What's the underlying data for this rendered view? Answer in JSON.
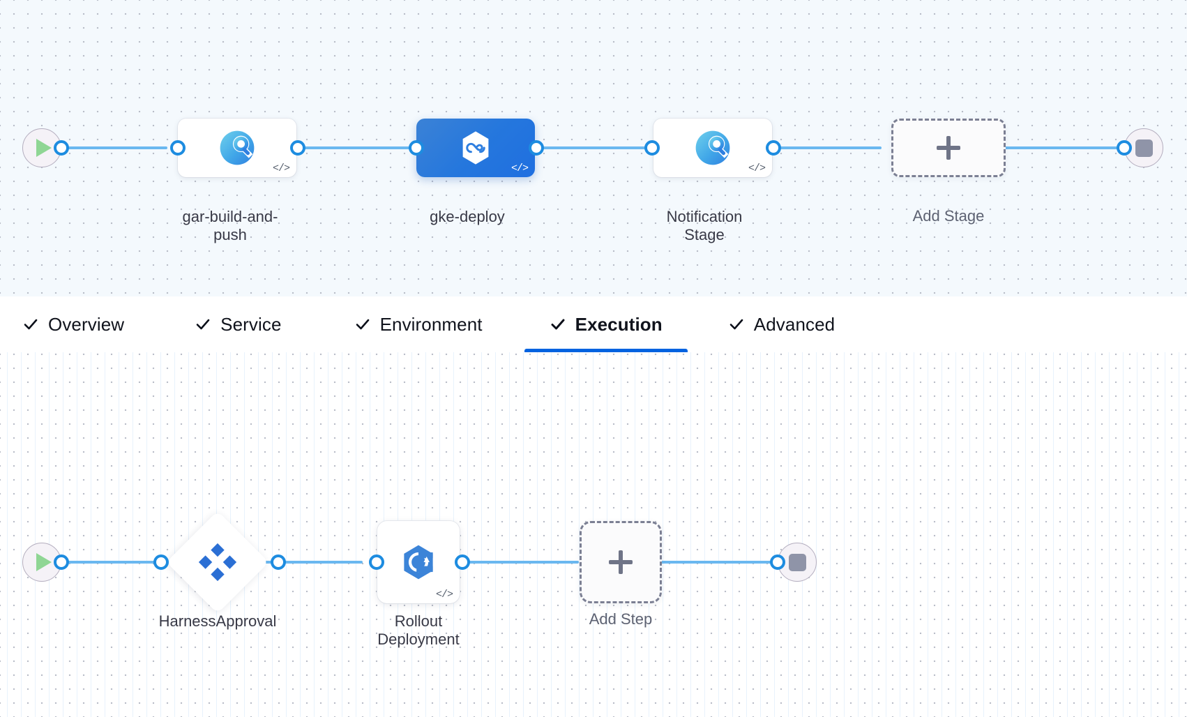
{
  "stages_canvas": {
    "start_node": {
      "name": "start-node",
      "icon": "play-icon"
    },
    "end_node": {
      "name": "end-node",
      "icon": "stop-icon"
    },
    "nodes": [
      {
        "id": "gar-build-and-push",
        "label": "gar-build-and-push",
        "icon": "harness-ci-icon",
        "selected": false,
        "has_code_badge": true
      },
      {
        "id": "gke-deploy",
        "label": "gke-deploy",
        "icon": "harness-cd-icon",
        "selected": true,
        "has_code_badge": true
      },
      {
        "id": "notification-stage",
        "label": "Notification Stage",
        "icon": "harness-ci-icon",
        "selected": false,
        "has_code_badge": true
      }
    ],
    "add_node": {
      "label": "Add Stage",
      "icon": "plus-icon"
    }
  },
  "tabs": {
    "items": [
      {
        "label": "Overview",
        "checked": true,
        "active": false
      },
      {
        "label": "Service",
        "checked": true,
        "active": false
      },
      {
        "label": "Environment",
        "checked": true,
        "active": false
      },
      {
        "label": "Execution",
        "checked": true,
        "active": true
      },
      {
        "label": "Advanced",
        "checked": true,
        "active": false
      }
    ],
    "active_indicator_color": "#0263e0",
    "check_icon": "check-icon"
  },
  "steps_canvas": {
    "start_node": {
      "name": "start-node",
      "icon": "play-icon"
    },
    "end_node": {
      "name": "end-node",
      "icon": "stop-icon"
    },
    "nodes": [
      {
        "id": "harness-approval",
        "label": "HarnessApproval",
        "icon": "harness-approval-icon",
        "shape": "diamond",
        "has_code_badge": false
      },
      {
        "id": "rollout-deployment",
        "label": "Rollout Deployment",
        "icon": "kubernetes-rollout-icon",
        "shape": "square",
        "has_code_badge": true
      }
    ],
    "add_node": {
      "label": "Add Step",
      "icon": "plus-icon"
    }
  },
  "colors": {
    "edge": "#6ab8f0",
    "connector_ring": "#1d8ce0",
    "selected_stage": "#2577dd",
    "canvas_stages_bg": "#f4f9fd",
    "canvas_steps_bg": "#ffffff",
    "label_text": "#383946",
    "add_dash_border": "#7b7f93"
  },
  "code_badge_text": "</>"
}
